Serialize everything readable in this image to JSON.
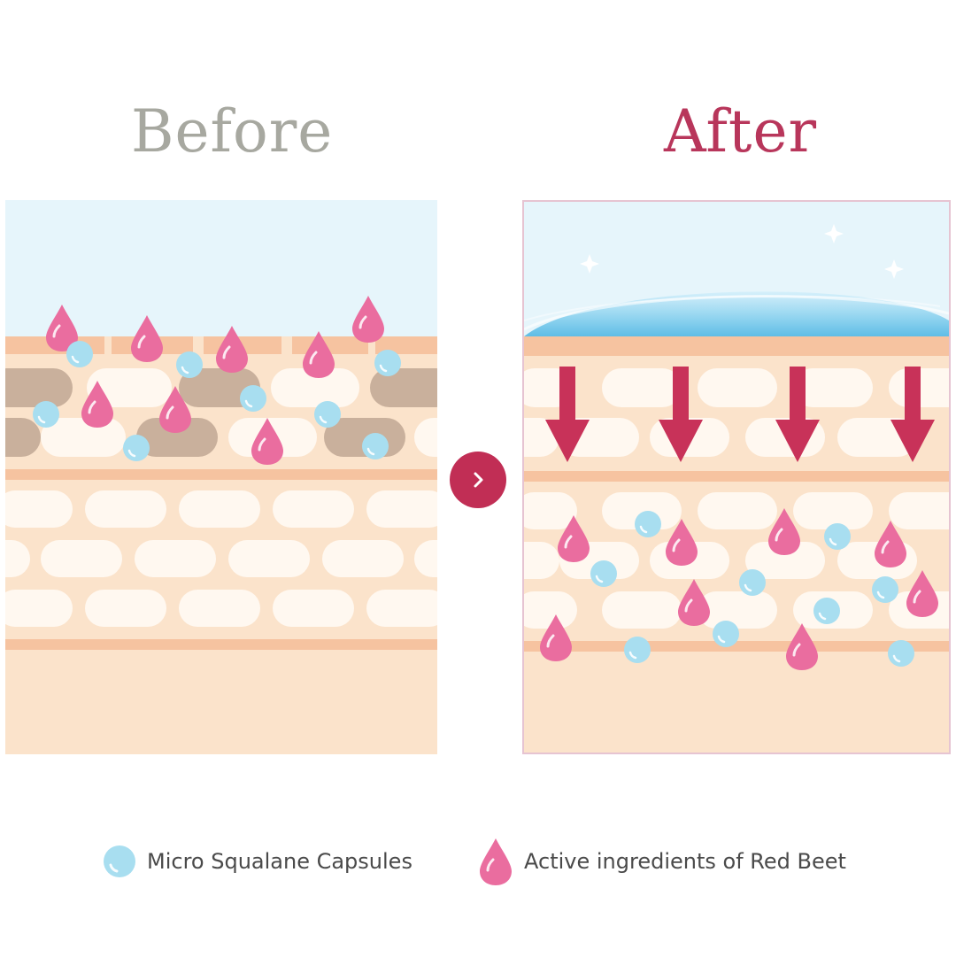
{
  "headings": {
    "before": "Before",
    "after": "After"
  },
  "legend": {
    "squalane_label": "Micro Squalane Capsules",
    "beet_label": "Active ingredients of Red Beet"
  },
  "icons": {
    "arrow_button": "chevron-right-icon",
    "squalane": "blue-circle-icon",
    "beet": "pink-droplet-icon",
    "sparkle": "sparkle-icon",
    "down_arrow": "down-arrow-icon"
  },
  "colors": {
    "before_heading": "#a7a8a0",
    "after_heading": "#b8365b",
    "sky": "#e6f5fb",
    "skin_base": "#fbe3cb",
    "skin_line": "#f6c3a0",
    "cell": "#fff8f0",
    "dry_cell": "#c9b09c",
    "squalane": "#a8def0",
    "beet": "#ea6d9f",
    "arrow": "#c83259",
    "moisture_film": "#8fd3ef"
  }
}
